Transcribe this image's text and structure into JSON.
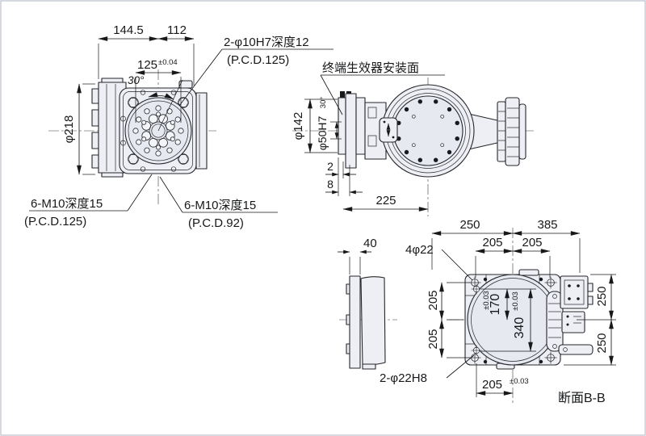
{
  "wrist_front": {
    "dim_width_left": "144.5",
    "dim_width_right": "112",
    "dim_pcd": "125",
    "dim_pcd_tol": "±0.04",
    "angle": "30°",
    "dim_outer_dia": "φ218",
    "dowel_label": "2-φ10H7深度12",
    "dowel_pcd": "(P.C.D.125)",
    "bolt_outer_label": "6-M10深度15",
    "bolt_outer_pcd": "(P.C.D.125)",
    "bolt_inner_label": "6-M10深度15",
    "bolt_inner_pcd": "(P.C.D.92)"
  },
  "wrist_side": {
    "mount_face_label": "终端生效器安装面",
    "dim_flange_dia": "φ142",
    "dim_bore": "φ50H7",
    "dim_bore_angle": "30°",
    "dim_step_small": "2",
    "dim_step_large": "8",
    "dim_to_center": "225"
  },
  "base": {
    "dim_thickness": "40",
    "dim_left": "250",
    "dim_right": "385",
    "dim_hole_left": "205",
    "dim_hole_right": "205",
    "holes_label": "4φ22",
    "dim_v_upper": "205",
    "dim_v_lower": "205",
    "dim_half": "170",
    "dim_half_tol": "±0.03",
    "dim_span": "340",
    "dim_span_tol": "±0.03",
    "dim_bottom": "205",
    "dim_bottom_tol": "±0.03",
    "dim_right_upper": "250",
    "dim_right_lower": "250",
    "dowel_label": "2-φ22H8",
    "section_label": "断面B-B"
  }
}
